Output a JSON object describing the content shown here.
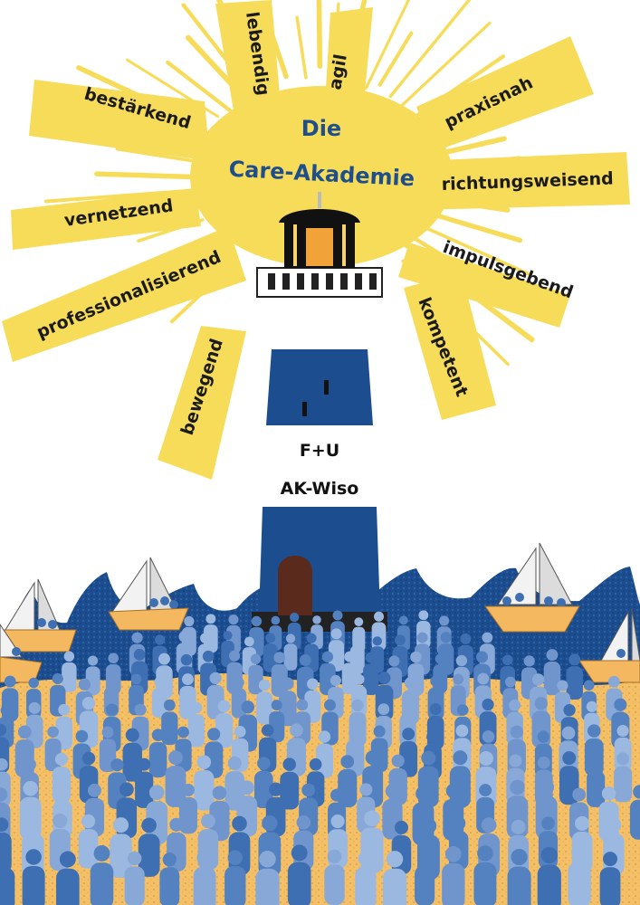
{
  "title": {
    "line1": "Die",
    "line2": "Care-Akademie"
  },
  "rays": [
    {
      "key": "lebendig",
      "label": "lebendig"
    },
    {
      "key": "agil",
      "label": "agil"
    },
    {
      "key": "bestaerkend",
      "label": "bestärkend"
    },
    {
      "key": "praxisnah",
      "label": "praxisnah"
    },
    {
      "key": "richtungsweisend",
      "label": "richtungsweisend"
    },
    {
      "key": "vernetzend",
      "label": "vernetzend"
    },
    {
      "key": "professionalisierend",
      "label": "professionalisierend"
    },
    {
      "key": "impulsgebend",
      "label": "impulsgebend"
    },
    {
      "key": "kompetent",
      "label": "kompetent"
    },
    {
      "key": "bewegend",
      "label": "bewegend"
    }
  ],
  "lighthouse": {
    "label1": "F+U",
    "label2": "AK-Wiso"
  },
  "colors": {
    "sun": "#f7dc5a",
    "navy": "#1b4d8f",
    "title": "#1f4e8c",
    "sand": "#f3c068",
    "boat": "#f4b860",
    "door": "#5a2a1c",
    "people_light": "#9bb8e0",
    "people_mid": "#6f95cc",
    "people_dark": "#3e6fb2"
  }
}
